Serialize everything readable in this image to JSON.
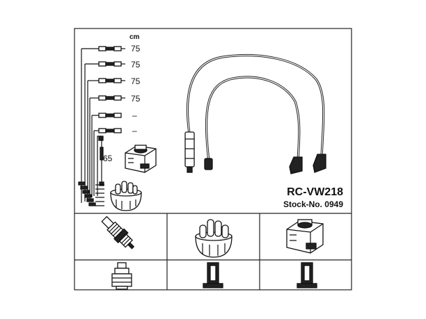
{
  "product": {
    "model": "RC-VW218",
    "stock_number": "Stock-No. 0949"
  },
  "lead_table": {
    "unit": "cm",
    "lengths": [
      "75",
      "75",
      "75",
      "75",
      "–",
      "–"
    ],
    "coil_lead_length": "65"
  },
  "icons": {
    "top": [
      "spark-plug-icon",
      "distributor-cap-icon",
      "ignition-coil-icon"
    ],
    "bottom": [
      "plug-connector-icon",
      "cap-terminal-icon",
      "coil-terminal-icon"
    ]
  }
}
